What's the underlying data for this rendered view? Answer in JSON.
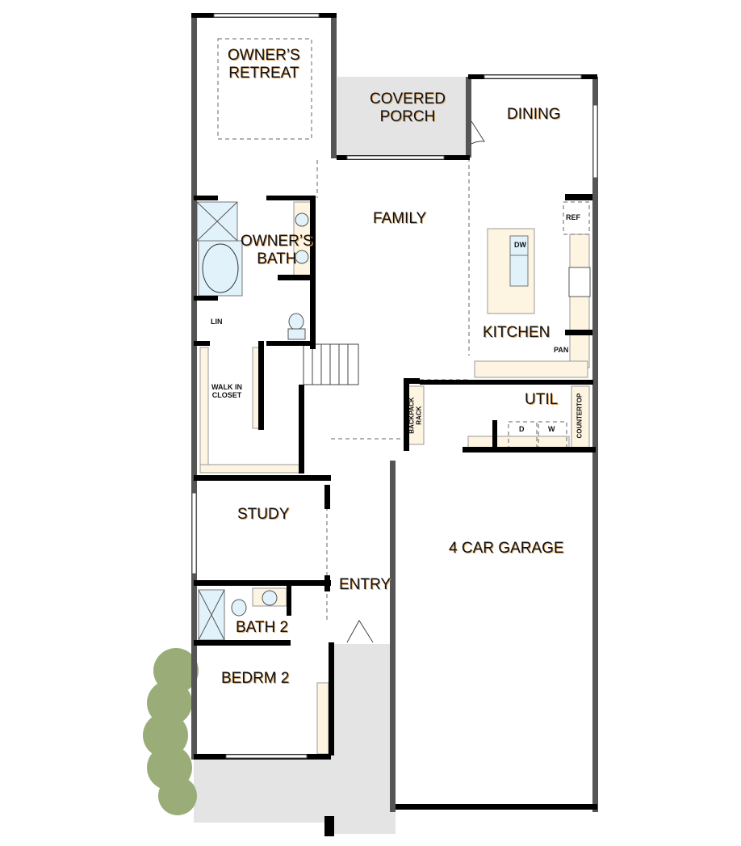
{
  "plan": {
    "rooms": [
      {
        "id": "owners-retreat",
        "label": "OWNER’S\nRETREAT"
      },
      {
        "id": "covered-porch",
        "label": "COVERED\nPORCH"
      },
      {
        "id": "dining",
        "label": "DINING"
      },
      {
        "id": "family",
        "label": "FAMILY"
      },
      {
        "id": "owners-bath",
        "label": "OWNER’S\nBATH"
      },
      {
        "id": "kitchen",
        "label": "KITCHEN"
      },
      {
        "id": "walk-in-closet",
        "label": "WALK IN\nCLOSET"
      },
      {
        "id": "util",
        "label": "UTIL"
      },
      {
        "id": "study",
        "label": "STUDY"
      },
      {
        "id": "garage",
        "label": "4 CAR GARAGE"
      },
      {
        "id": "entry",
        "label": "ENTRY"
      },
      {
        "id": "bath-2",
        "label": "BATH 2"
      },
      {
        "id": "bedroom-2",
        "label": "BEDRM 2"
      }
    ],
    "fixtures": {
      "ref": "REF",
      "dw": "DW",
      "pan": "PAN",
      "lin": "LIN",
      "backpack_rack": "BACKPACK\nRACK",
      "countertop": "COUNTERTOP",
      "dryer": "D",
      "washer": "W"
    },
    "colors": {
      "wall": "#000000",
      "exterior_wall": "#555555",
      "porch": "#e4e4e4",
      "cabinet": "#fdf5e2",
      "water": "#e2f2fb",
      "shrub": "#9aac78"
    }
  }
}
